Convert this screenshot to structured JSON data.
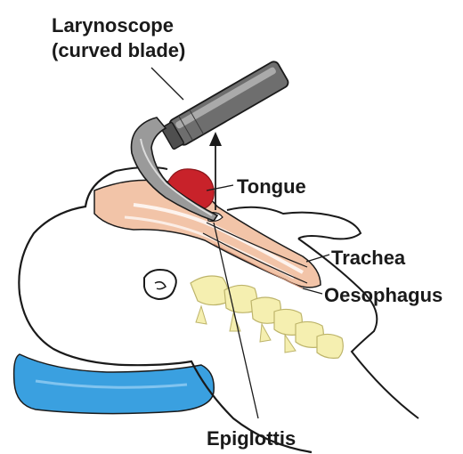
{
  "labels": {
    "laryngoscope_line1": "Larynoscope",
    "laryngoscope_line2": "(curved blade)",
    "tongue": "Tongue",
    "trachea": "Trachea",
    "oesophagus": "Oesophagus",
    "epiglottis": "Epiglottis"
  },
  "colors": {
    "outline": "#1a1a1a",
    "tongue": "#c8222a",
    "airway": "#f2c4a8",
    "spine": "#f5efb0",
    "pillow": "#3aa0e0",
    "handle": "#6e6e6e"
  }
}
